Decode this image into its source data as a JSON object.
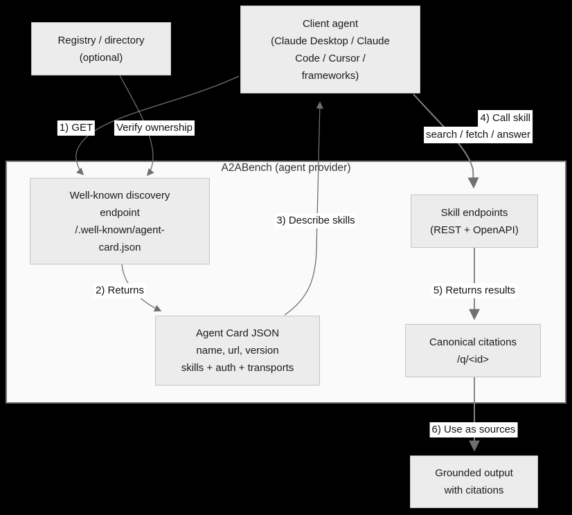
{
  "diagram": {
    "title": "A2ABench (agent provider)",
    "nodes": {
      "registry": {
        "lines": [
          "Registry / directory",
          "(optional)"
        ]
      },
      "client_agent": {
        "lines": [
          "Client agent",
          "(Claude Desktop / Claude",
          "Code / Cursor /",
          "frameworks)"
        ]
      },
      "well_known": {
        "lines": [
          "Well-known discovery",
          "endpoint",
          "/.well-known/agent-",
          "card.json"
        ]
      },
      "agent_card": {
        "lines": [
          "Agent Card JSON",
          "name, url, version",
          "skills + auth + transports"
        ]
      },
      "skill_endpoints": {
        "lines": [
          "Skill endpoints",
          "(REST + OpenAPI)"
        ]
      },
      "canonical_citations": {
        "lines": [
          "Canonical citations",
          "/q/<id>"
        ]
      },
      "grounded_output": {
        "lines": [
          "Grounded output",
          "with citations"
        ]
      }
    },
    "edge_labels": {
      "get": "1) GET",
      "verify_ownership": "Verify ownership",
      "returns": "2) Returns",
      "describe_skills": "3) Describe skills",
      "call_skill_line1": "4) Call skill",
      "call_skill_line2": "search / fetch / answer",
      "returns_results": "5) Returns results",
      "use_as_sources": "6) Use as sources"
    },
    "colors": {
      "background": "#000000",
      "container_fill": "#fafafa",
      "container_border": "#777777",
      "node_fill": "#ececec",
      "node_border": "#c4c4c4",
      "edge_line": "#6f6f6f",
      "node_text": "#1a1a1a",
      "title_text": "#333333",
      "edge_label_bg": "#ffffff"
    }
  }
}
